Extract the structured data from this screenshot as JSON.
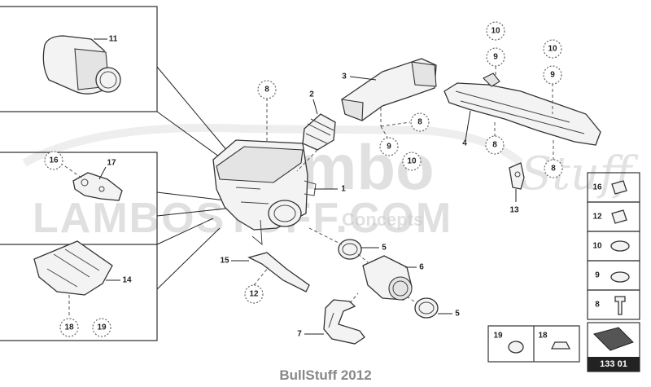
{
  "callouts": {
    "c1": "1",
    "c2": "2",
    "c3": "3",
    "c4": "4",
    "c5a": "5",
    "c5b": "5",
    "c6": "6",
    "c7": "7",
    "c8a": "8",
    "c8b": "8",
    "c8c": "8",
    "c8d": "8",
    "c9a": "9",
    "c9b": "9",
    "c9c": "9",
    "c10a": "10",
    "c10b": "10",
    "c10c": "10",
    "c11": "11",
    "c12": "12",
    "c13": "13",
    "c14": "14",
    "c15": "15",
    "c16": "16",
    "c17": "17",
    "c18": "18",
    "c19": "19"
  },
  "legend": {
    "items": [
      "16",
      "12",
      "10",
      "9",
      "8"
    ],
    "bottom_items": [
      "19",
      "18"
    ]
  },
  "diagram_ref": "133 01",
  "footer": "BullStuff 2012",
  "watermark": {
    "logo": "Lambo",
    "script": "Stuff",
    "url": "LAMBOSTUFF.COM",
    "tagline": "Concepts"
  }
}
